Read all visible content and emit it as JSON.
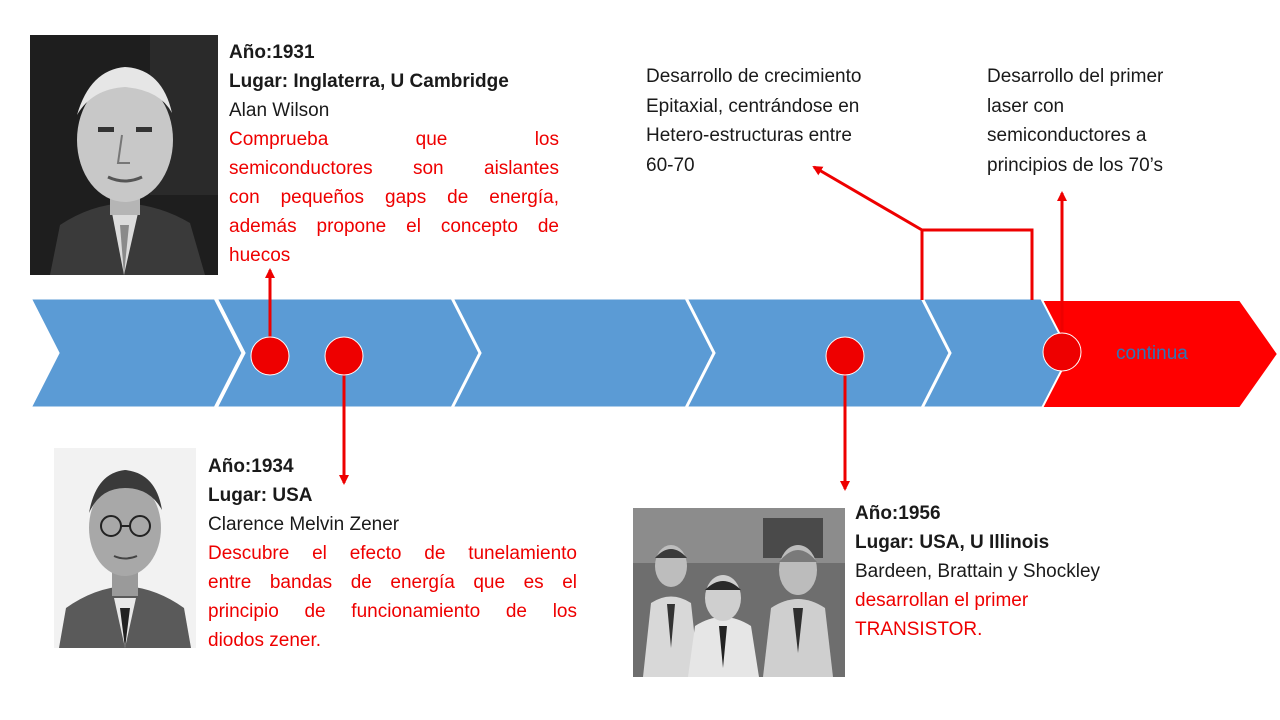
{
  "timeline": {
    "end_label": "continua",
    "colors": {
      "segment": "#5b9bd5",
      "segment_border": "#ffffff",
      "end_segment": "#ff0000",
      "marker": "#ee0000",
      "arrow": "#ee0000"
    }
  },
  "events": [
    {
      "year_label": "Año:1931",
      "place_label": "Lugar: Inglaterra, U Cambridge",
      "person": "Alan Wilson",
      "description_lines": [
        "Comprueba que los",
        "semiconductores son aislantes",
        "con pequeños gaps de energía,",
        "además propone el concepto de",
        "huecos"
      ],
      "photo_icon": "portrait-photo"
    },
    {
      "year_label": "Año:1934",
      "place_label": "Lugar: USA",
      "person": "Clarence Melvin Zener",
      "description_lines": [
        "Descubre el efecto de tunelamiento",
        "entre bandas de energía que es el",
        "principio de funcionamiento de los",
        "diodos zener."
      ],
      "photo_icon": "portrait-photo"
    },
    {
      "year_label": "Año:1956",
      "place_label": "Lugar: USA, U Illinois",
      "person": "Bardeen, Brattain y Shockley",
      "description_lines": [
        "desarrollan el primer",
        "TRANSISTOR."
      ],
      "photo_icon": "group-photo"
    }
  ],
  "notes": [
    {
      "lines": [
        "Desarrollo de crecimiento",
        "Epitaxial, centrándose en",
        "Hetero-estructuras entre",
        "60-70"
      ]
    },
    {
      "lines": [
        "Desarrollo del primer",
        "laser con",
        "semiconductores a",
        "principios de los 70’s"
      ]
    }
  ]
}
